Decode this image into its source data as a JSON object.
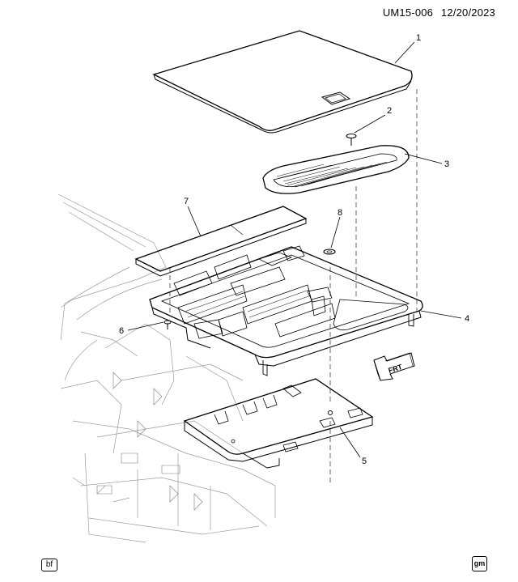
{
  "header": {
    "code": "UM15-006",
    "date": "12/20/2023"
  },
  "callouts": [
    "1",
    "2",
    "3",
    "4",
    "5",
    "6",
    "7",
    "8"
  ],
  "front_label": "FRT",
  "badges": {
    "left": "bf",
    "right": "gm"
  }
}
